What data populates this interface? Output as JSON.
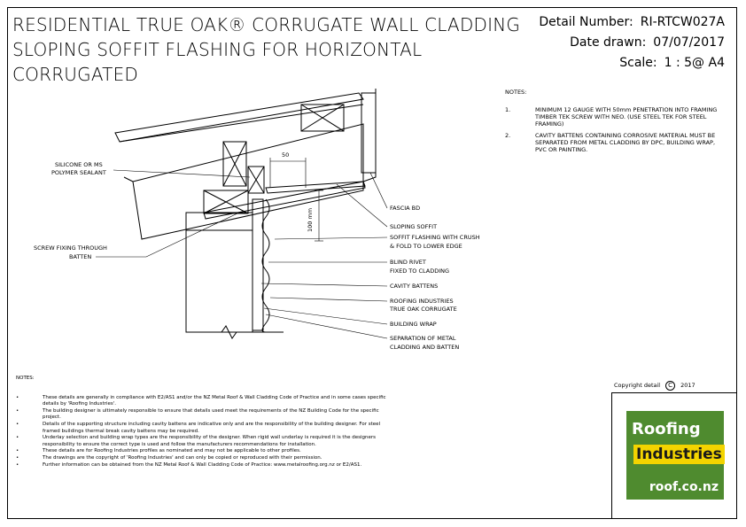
{
  "title": {
    "line1": "RESIDENTIAL TRUE OAK® CORRUGATE WALL CLADDING",
    "line2": "SLOPING SOFFIT FLASHING FOR HORIZONTAL",
    "line3": "CORRUGATED"
  },
  "meta": {
    "detail_label": "Detail Number:",
    "detail_value": "RI-RTCW027A",
    "date_label": "Date drawn:",
    "date_value": "07/07/2017",
    "scale_label": "Scale:",
    "scale_value": "1 : 5@ A4"
  },
  "notes_top": {
    "heading": "NOTES:",
    "items": [
      {
        "num": "1.",
        "text": "MINIMUM 12 GAUGE WITH 50mm PENETRATION INTO FRAMING TIMBER TEK SCREW WITH NEO. (USE STEEL TEK FOR STEEL FRAMING)"
      },
      {
        "num": "2.",
        "text": "CAVITY BATTENS CONTAINING CORROSIVE MATERIAL MUST BE SEPARATED FROM METAL CLADDING BY DPC, BUILDING WRAP, PVC OR PAINTING."
      }
    ]
  },
  "labels": {
    "silicone": "SILICONE OR MS",
    "silicone2": "POLYMER SEALANT",
    "screw": "SCREW FIXING THROUGH",
    "screw2": "BATTEN",
    "dim50": "50",
    "dim100": "100 mm",
    "fascia": "FASCIA BD",
    "soffit": "SLOPING SOFFIT",
    "soffit_flash": "SOFFIT FLASHING WITH CRUSH",
    "soffit_flash2": "& FOLD TO LOWER EDGE",
    "rivet": "BLIND RIVET",
    "rivet2": "FIXED TO CLADDING",
    "cavity": "CAVITY BATTENS",
    "roofing": "ROOFING INDUSTRIES",
    "roofing2": "TRUE OAK CORRUGATE",
    "wrap": "BUILDING WRAP",
    "separation": "SEPARATION OF METAL",
    "separation2": "CLADDING AND BATTEN"
  },
  "notes_bottom": {
    "heading": "NOTES:",
    "bullet": "•",
    "items": [
      "These details are generally in compliance with E2/AS1 and/or the NZ Metal Roof & Wall Cladding Code of Practice and in some cases specific details by 'Roofing Industries'.",
      "The building designer is ultimately responsible to ensure that details used meet the requirements of the NZ Building Code for the specific project.",
      "Details of the supporting structure including cavity battens are indicative only and are the responsibility of the building designer. For steel framed buildings thermal break cavity battens may be required.",
      "Underlay selection and building wrap types are the responsibility of the designer. When rigid wall underlay is required it is the designers responsibility to ensure the correct type is used and follow the manufacturers recommendations for installation.",
      "These details are for Roofing Industries profiles as nominated and may not be applicable to other profiles.",
      "The drawings are the copyright of 'Roofing Industries' and can only be copied or reproduced with their permission.",
      "Further information can be obtained from the NZ Metal Roof & Wall Cladding Code of Practice: www.metalroofing.org.nz or E2/AS1."
    ]
  },
  "copyright": {
    "label": "Copyright detail",
    "symbol": "C",
    "year": "2017"
  },
  "logo": {
    "line1": "Roofing",
    "line2": "Industries",
    "line3": "roof.co.nz",
    "green": "#4f8b2f",
    "yellow": "#f3d400"
  }
}
